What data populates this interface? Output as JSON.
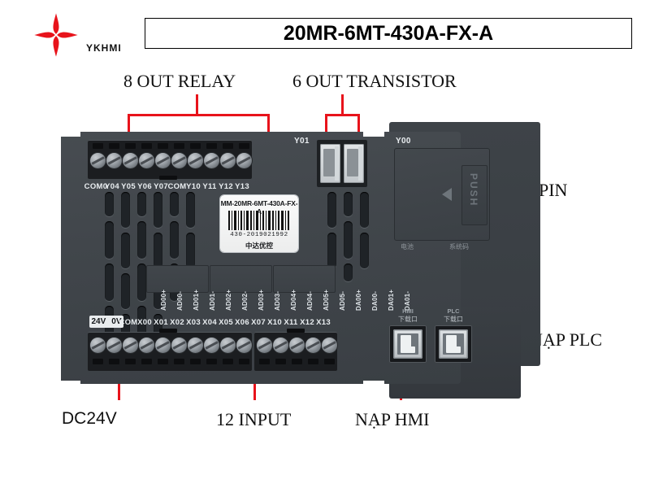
{
  "header": {
    "brand": "YKHMI",
    "logo_icon": "four-petal-diamond-logo",
    "logo_color": "#e8131b",
    "model_title": "20MR-6MT-430A-FX-A"
  },
  "annotations": {
    "out_relay": "8 OUT RELAY",
    "out_transistor": "6 OUT TRANSISTOR",
    "pin": "PIN",
    "nap_plc": "NẠP PLC",
    "nap_hmi": "NẠP HMI",
    "dc24v": "DC24V",
    "input_12": "12 INPUT",
    "leader_color": "#e8131b"
  },
  "device": {
    "top_terminals": [
      "COM0",
      "Y04",
      "Y05",
      "Y06",
      "Y07",
      "COM",
      "Y10",
      "Y11",
      "Y12",
      "Y13"
    ],
    "bottom_power": [
      "24V",
      "0V"
    ],
    "bottom_terminals": [
      "COM",
      "X00",
      "X01",
      "X02",
      "X03",
      "X04",
      "X05",
      "X06",
      "X07",
      "X10",
      "X11",
      "X12",
      "X13"
    ],
    "analog_labels": [
      "AD00+",
      "AD00-",
      "AD01+",
      "AD01-",
      "AD02+",
      "AD02-",
      "AD03+",
      "AD03-",
      "AD04+",
      "AD04-",
      "AD05+",
      "AD05-",
      "DA00+",
      "DA00-",
      "DA01+",
      "DA01-"
    ],
    "y01_label": "Y01",
    "y00_label": "Y00",
    "push_label": "PUSH",
    "push_icon": "left-triangle-icon",
    "battery_cn": "电池",
    "system_cn": "系统码",
    "sticker": {
      "model": "MM-20MR-6MT-430A-FX-A",
      "barcode_icon": "barcode",
      "serial": "430-2019021992",
      "brand_cn": "中达优控"
    },
    "usb_ports": [
      {
        "name": "HMI",
        "cn": "下载口",
        "icon": "usb-b-port-icon"
      },
      {
        "name": "PLC",
        "cn": "下载口",
        "icon": "usb-b-port-icon"
      }
    ]
  }
}
